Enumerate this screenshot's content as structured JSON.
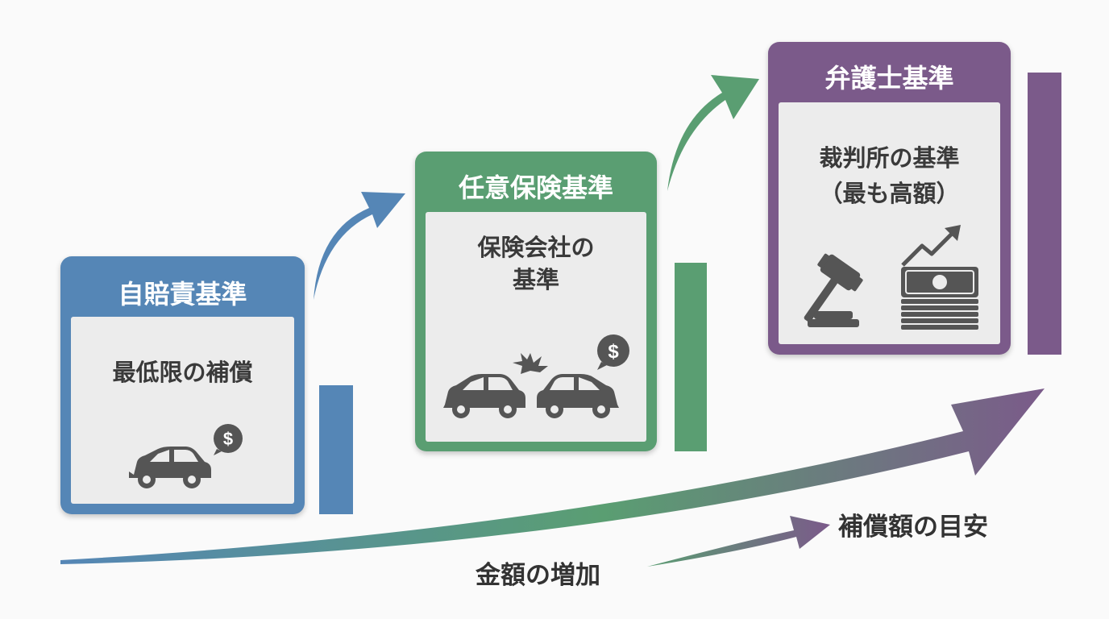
{
  "tiers": [
    {
      "title": "自賠責基準",
      "desc_lines": [
        "最低限の補償"
      ],
      "color": "#5586b6",
      "icons": [
        "car-icon",
        "dollar-coin-icon"
      ]
    },
    {
      "title": "任意保険基準",
      "desc_lines": [
        "保険会社の",
        "基準"
      ],
      "color": "#5a9e72",
      "icons": [
        "car-collision-icon",
        "dollar-coin-icon"
      ]
    },
    {
      "title": "弁護士基準",
      "desc_lines": [
        "裁判所の基準",
        "（最も高額）"
      ],
      "color": "#7b5a8a",
      "icons": [
        "gavel-icon",
        "money-stack-icon",
        "trend-up-arrow-icon"
      ]
    }
  ],
  "labels": {
    "amount_increase": "金額の増加",
    "compensation_guide": "補償額の目安"
  }
}
